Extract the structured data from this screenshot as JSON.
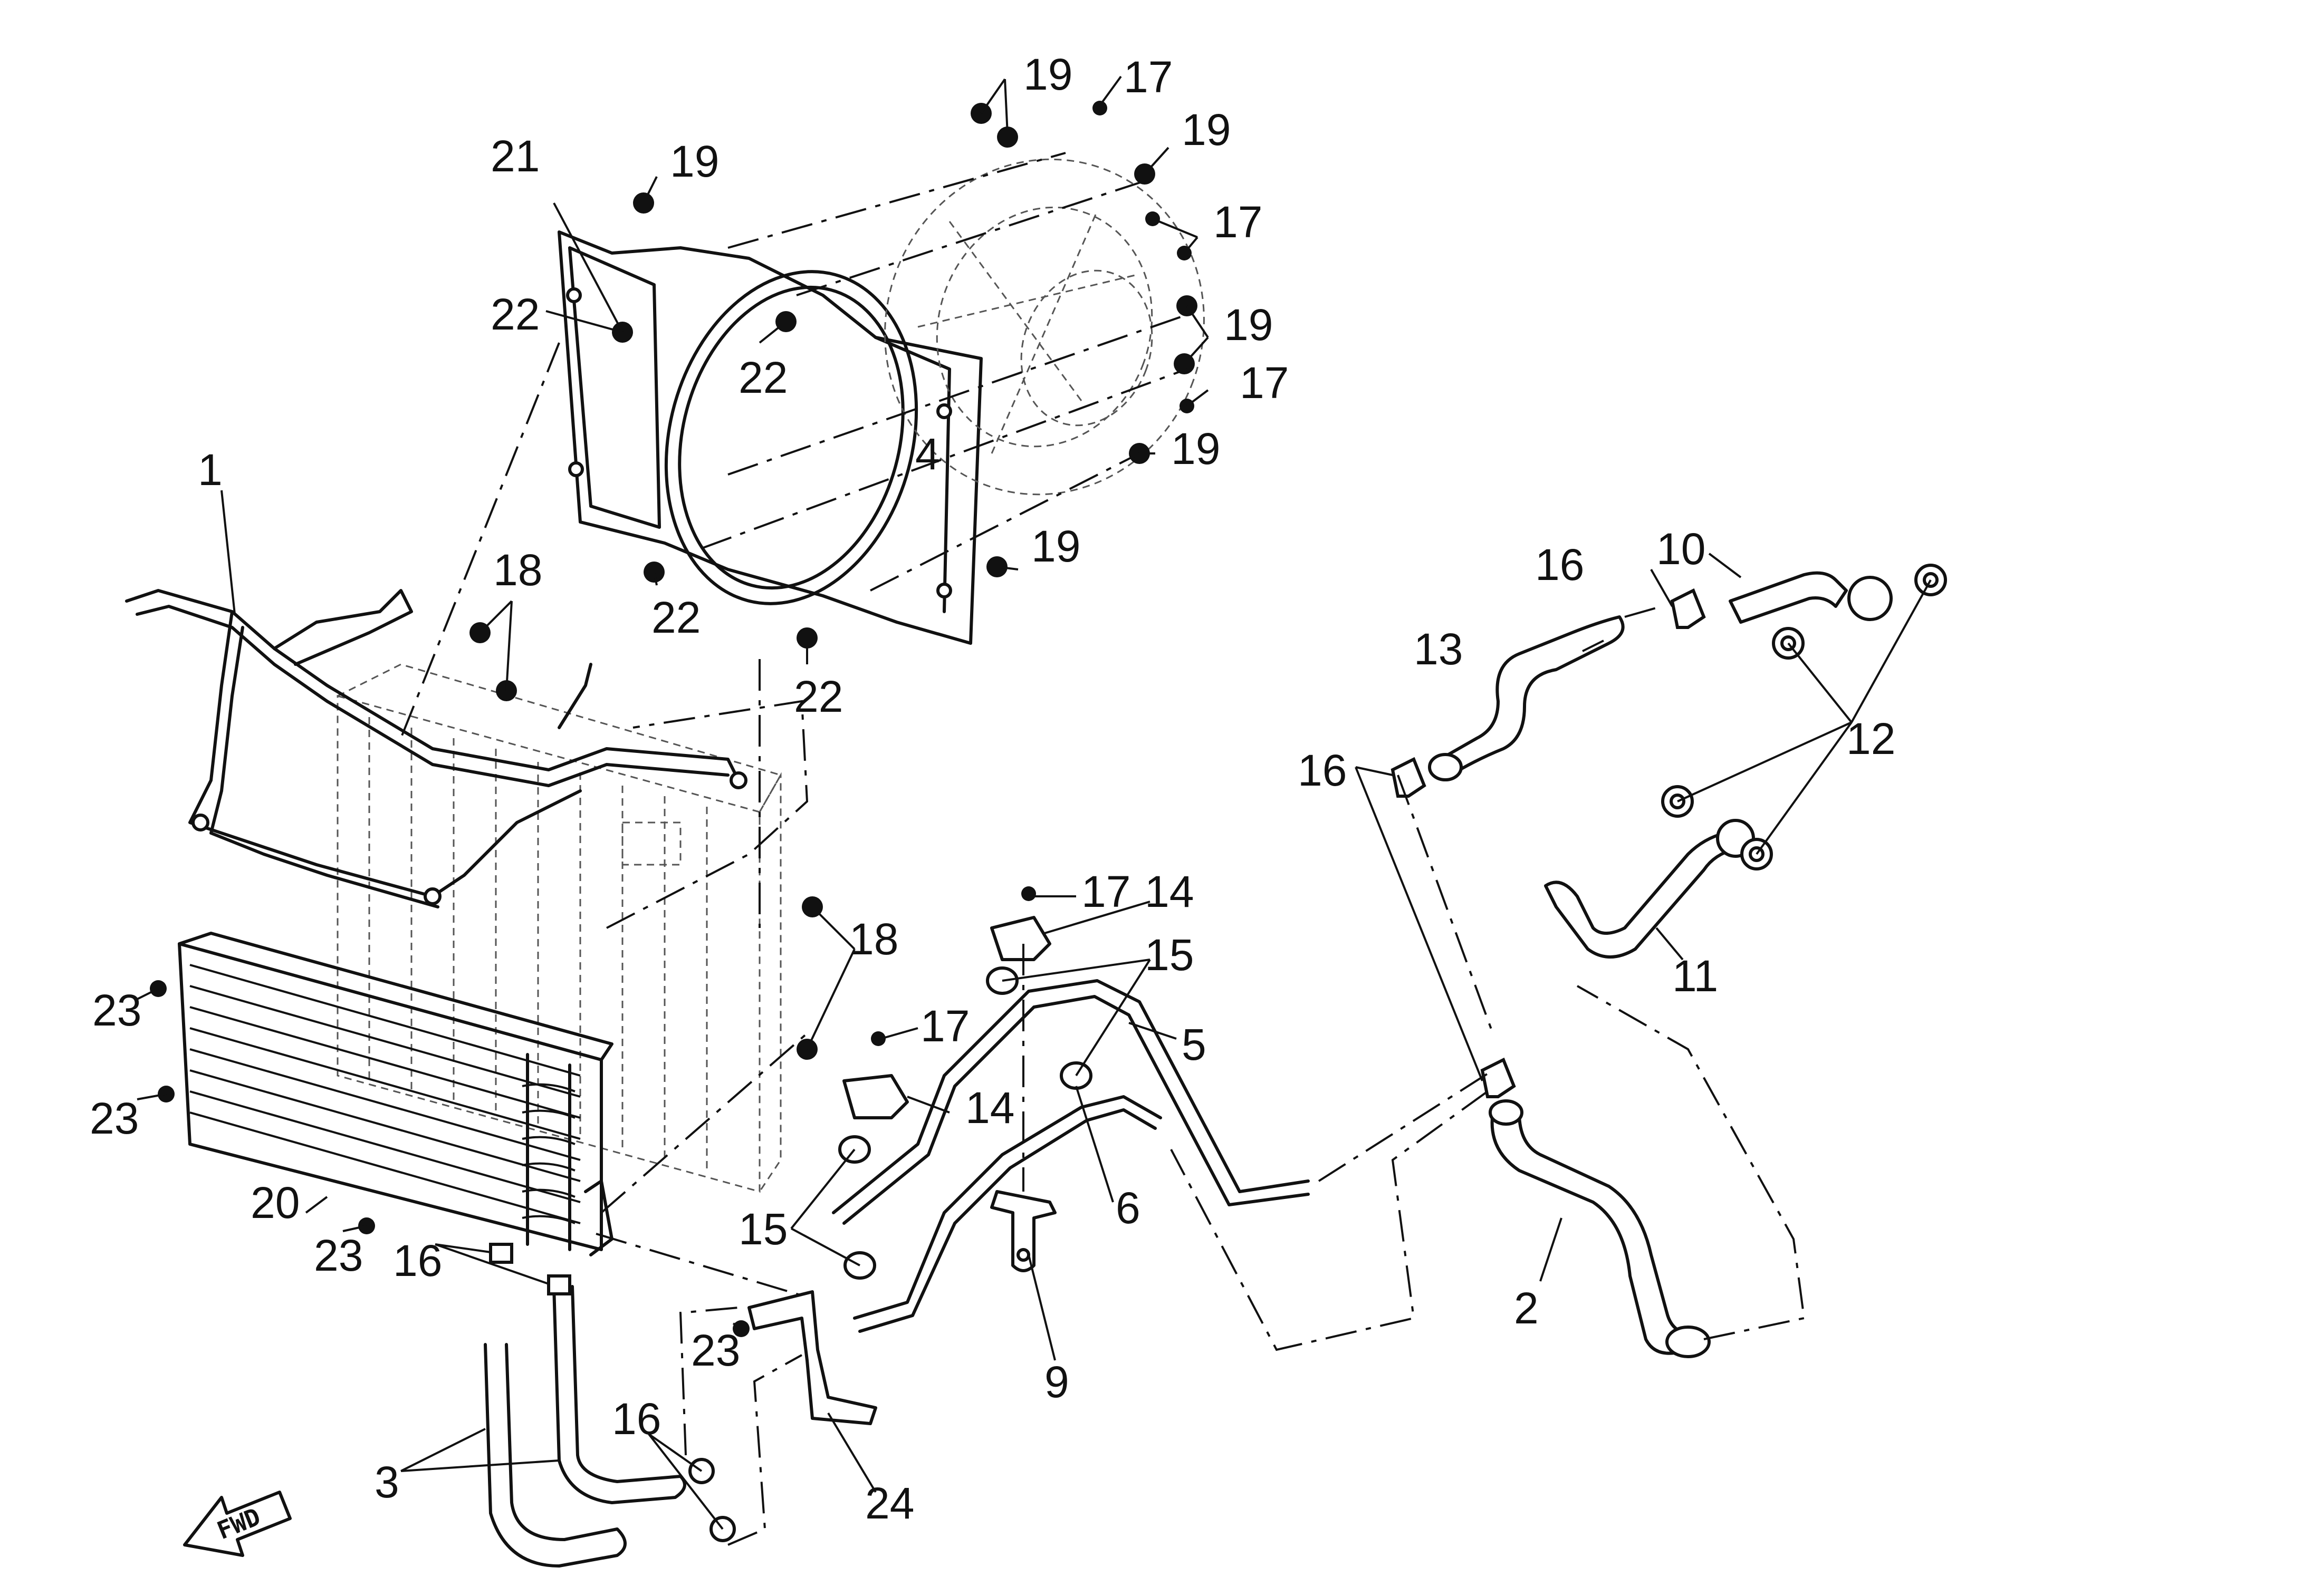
{
  "diagram": {
    "labels": [
      {
        "id": "1",
        "text": "1"
      },
      {
        "id": "2",
        "text": "2"
      },
      {
        "id": "3",
        "text": "3"
      },
      {
        "id": "4",
        "text": "4"
      },
      {
        "id": "5",
        "text": "5"
      },
      {
        "id": "6",
        "text": "6"
      },
      {
        "id": "9",
        "text": "9"
      },
      {
        "id": "10",
        "text": "10"
      },
      {
        "id": "11",
        "text": "11"
      },
      {
        "id": "12",
        "text": "12"
      },
      {
        "id": "13",
        "text": "13"
      },
      {
        "id": "14a",
        "text": "14"
      },
      {
        "id": "14b",
        "text": "14"
      },
      {
        "id": "15a",
        "text": "15"
      },
      {
        "id": "15b",
        "text": "15"
      },
      {
        "id": "16a",
        "text": "16"
      },
      {
        "id": "16b",
        "text": "16"
      },
      {
        "id": "16c",
        "text": "16"
      },
      {
        "id": "16d",
        "text": "16"
      },
      {
        "id": "17a",
        "text": "17"
      },
      {
        "id": "17b",
        "text": "17"
      },
      {
        "id": "17c",
        "text": "17"
      },
      {
        "id": "17d",
        "text": "17"
      },
      {
        "id": "17e",
        "text": "17"
      },
      {
        "id": "18a",
        "text": "18"
      },
      {
        "id": "18b",
        "text": "18"
      },
      {
        "id": "19a",
        "text": "19"
      },
      {
        "id": "19b",
        "text": "19"
      },
      {
        "id": "19c",
        "text": "19"
      },
      {
        "id": "19d",
        "text": "19"
      },
      {
        "id": "19e",
        "text": "19"
      },
      {
        "id": "19f",
        "text": "19"
      },
      {
        "id": "20",
        "text": "20"
      },
      {
        "id": "21",
        "text": "21"
      },
      {
        "id": "22a",
        "text": "22"
      },
      {
        "id": "22b",
        "text": "22"
      },
      {
        "id": "22c",
        "text": "22"
      },
      {
        "id": "22d",
        "text": "22"
      },
      {
        "id": "23a",
        "text": "23"
      },
      {
        "id": "23b",
        "text": "23"
      },
      {
        "id": "23c",
        "text": "23"
      },
      {
        "id": "23d",
        "text": "23"
      },
      {
        "id": "24",
        "text": "24"
      }
    ],
    "fwd_label": "FWD"
  }
}
